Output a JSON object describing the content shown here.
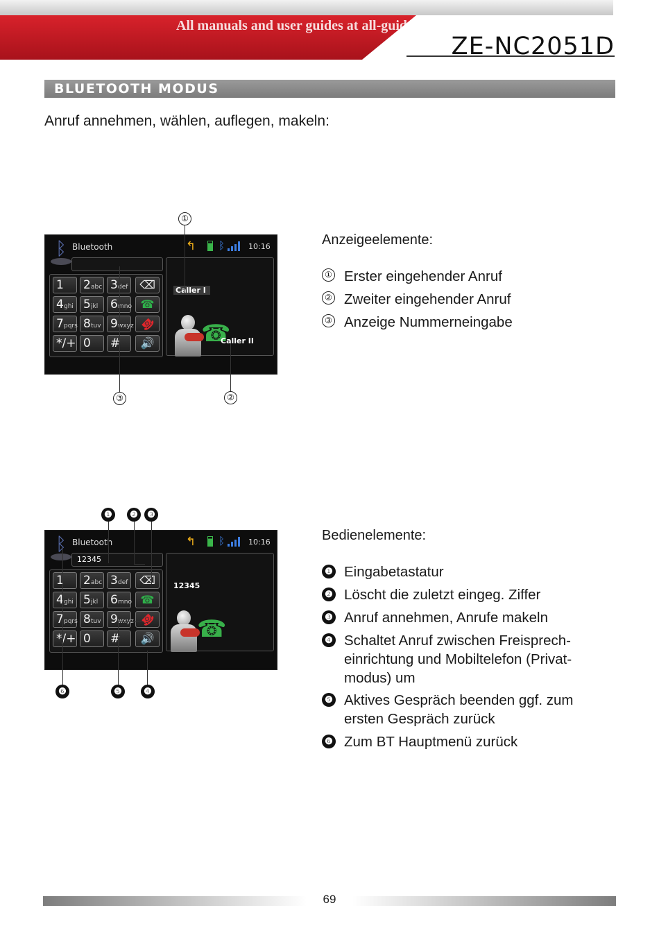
{
  "header": {
    "watermark": "All manuals and user guides at all-guides.com",
    "model": "ZE-NC2051D"
  },
  "section_title": "BLUETOOTH MODUS",
  "intro": "Anruf annehmen, wählen, auflegen, makeln:",
  "screen1": {
    "title": "Bluetooth",
    "time": "10:16",
    "input_value": "",
    "caller1": "Caller  I",
    "caller2": "Caller II"
  },
  "screen2": {
    "title": "Bluetooth",
    "time": "10:16",
    "input_value": "12345",
    "panel_number": "12345"
  },
  "keypad": [
    {
      "num": "1",
      "sub": ""
    },
    {
      "num": "2",
      "sub": "abc"
    },
    {
      "num": "3",
      "sub": "def"
    },
    {
      "num": "4",
      "sub": "ghi"
    },
    {
      "num": "5",
      "sub": "jkl"
    },
    {
      "num": "6",
      "sub": "mno"
    },
    {
      "num": "7",
      "sub": "pqrs"
    },
    {
      "num": "8",
      "sub": "tuv"
    },
    {
      "num": "9",
      "sub": "wxyz"
    },
    {
      "num": "*/+",
      "sub": ""
    },
    {
      "num": "0",
      "sub": ""
    },
    {
      "num": "#",
      "sub": ""
    }
  ],
  "icons": {
    "backspace": "⌫",
    "call": "☎",
    "hangup": "☎",
    "speaker": "🔊",
    "bluetooth": "ᛒ",
    "arrow": "↰"
  },
  "markers": {
    "open": [
      "①",
      "②",
      "③"
    ],
    "filled": [
      "❶",
      "❷",
      "❸",
      "❹",
      "❺",
      "❻"
    ]
  },
  "anzeige": {
    "title": "Anzeigeelemente:",
    "items": [
      {
        "marker": "①",
        "text": "Erster eingehender Anruf"
      },
      {
        "marker": "②",
        "text": "Zweiter eingehender Anruf"
      },
      {
        "marker": "③",
        "text": "Anzeige Nummerneingabe"
      }
    ]
  },
  "bedien": {
    "title": "Bedienelemente:",
    "items": [
      {
        "marker": "❶",
        "text": "Eingabetastatur"
      },
      {
        "marker": "❷",
        "text": "Löscht die zuletzt eingeg. Ziffer"
      },
      {
        "marker": "❸",
        "text": "Anruf annehmen, Anrufe makeln"
      },
      {
        "marker": "❹",
        "text": "Schaltet Anruf zwischen Freisprech-einrichtung und Mobiltelefon (Privat-modus) um"
      },
      {
        "marker": "❺",
        "text": "Aktives Gespräch beenden ggf. zum ersten Gespräch zurück"
      },
      {
        "marker": "❻",
        "text": "Zum BT Hauptmenü zurück"
      }
    ]
  },
  "page_number": "69",
  "colors": {
    "header_red": "#c41a23",
    "section_grey": "#8a8a8a",
    "call_green": "#2fb04a",
    "hangup_red": "#e0262c",
    "bluetooth_blue": "#3d7de0",
    "arrow_yellow": "#f3b11a"
  }
}
